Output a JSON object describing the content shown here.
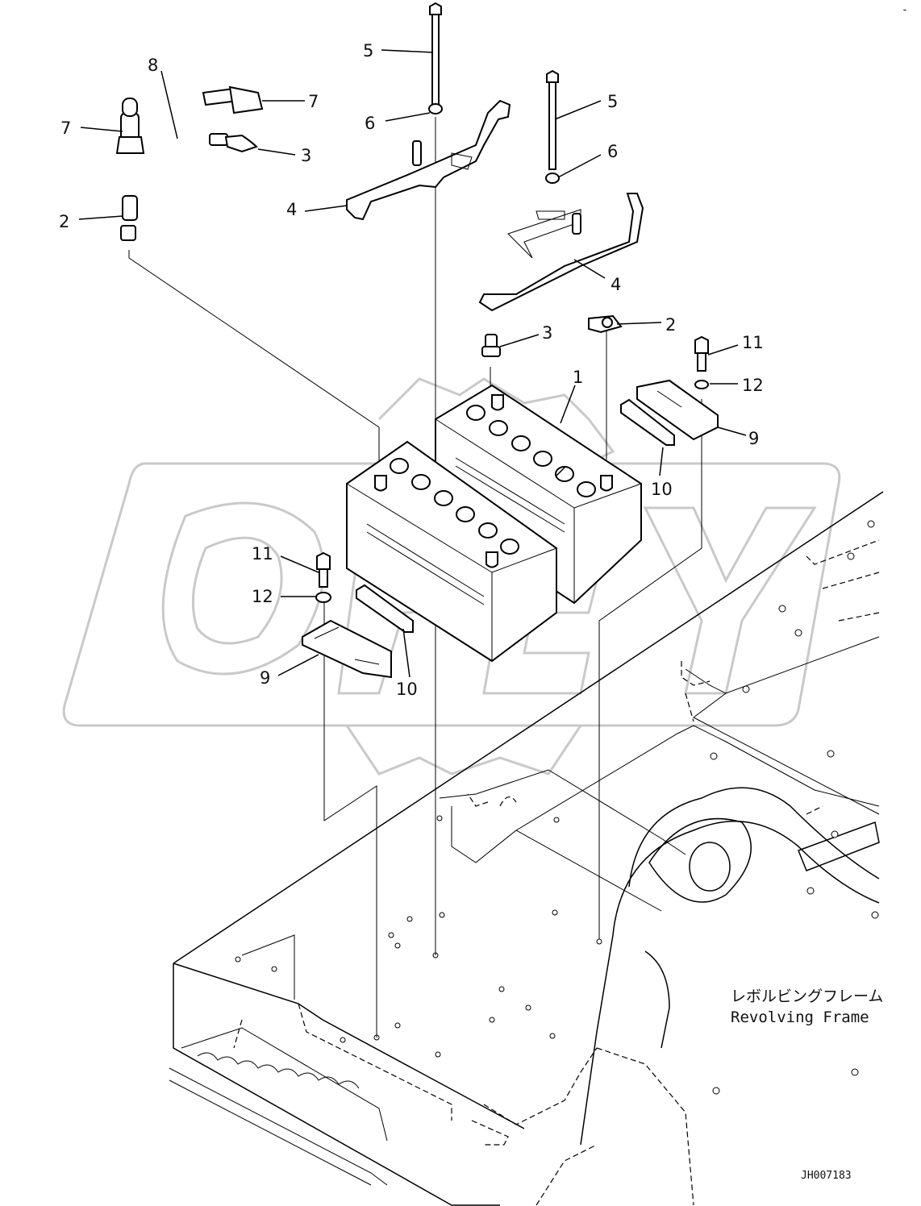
{
  "callouts": [
    {
      "id": "c5a",
      "text": "5"
    },
    {
      "id": "c8",
      "text": "8"
    },
    {
      "id": "c7a",
      "text": "7"
    },
    {
      "id": "c7b",
      "text": "7"
    },
    {
      "id": "c6a",
      "text": "6"
    },
    {
      "id": "c5b",
      "text": "5"
    },
    {
      "id": "c3a",
      "text": "3"
    },
    {
      "id": "c6b",
      "text": "6"
    },
    {
      "id": "c2a",
      "text": "2"
    },
    {
      "id": "c4a",
      "text": "4"
    },
    {
      "id": "c4b",
      "text": "4"
    },
    {
      "id": "c2b",
      "text": "2"
    },
    {
      "id": "c3b",
      "text": "3"
    },
    {
      "id": "c11a",
      "text": "11"
    },
    {
      "id": "c1",
      "text": "1"
    },
    {
      "id": "c12a",
      "text": "12"
    },
    {
      "id": "c9a",
      "text": "9"
    },
    {
      "id": "c10a",
      "text": "10"
    },
    {
      "id": "c11b",
      "text": "11"
    },
    {
      "id": "c12b",
      "text": "12"
    },
    {
      "id": "c9b",
      "text": "9"
    },
    {
      "id": "c10b",
      "text": "10"
    }
  ],
  "frame_label": {
    "japanese": "レボルビングフレーム",
    "english": "Revolving Frame"
  },
  "drawing_code": "JH007183",
  "corner_mark": "-"
}
